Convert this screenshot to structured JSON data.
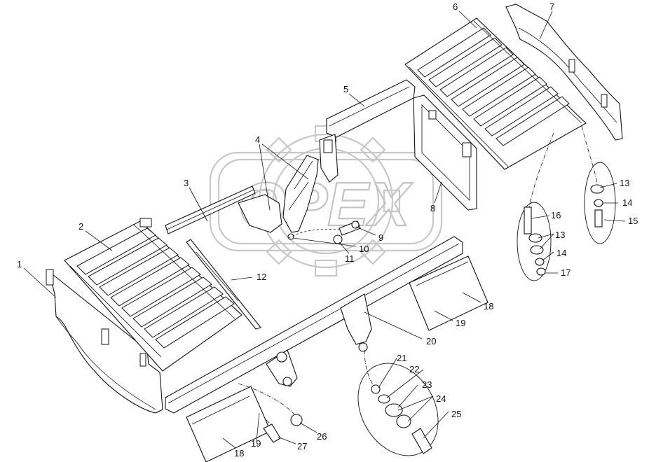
{
  "watermark": {
    "text": "OPEX"
  },
  "callouts": [
    {
      "id": "c1",
      "label": "1"
    },
    {
      "id": "c2",
      "label": "2"
    },
    {
      "id": "c3",
      "label": "3"
    },
    {
      "id": "c4",
      "label": "4"
    },
    {
      "id": "c5",
      "label": "5"
    },
    {
      "id": "c6",
      "label": "6"
    },
    {
      "id": "c7",
      "label": "7"
    },
    {
      "id": "c8",
      "label": "8"
    },
    {
      "id": "c9",
      "label": "9"
    },
    {
      "id": "c10",
      "label": "10"
    },
    {
      "id": "c11",
      "label": "11"
    },
    {
      "id": "c12",
      "label": "12"
    },
    {
      "id": "c13a",
      "label": "13"
    },
    {
      "id": "c13b",
      "label": "13"
    },
    {
      "id": "c14a",
      "label": "14"
    },
    {
      "id": "c14b",
      "label": "14"
    },
    {
      "id": "c15",
      "label": "15"
    },
    {
      "id": "c16",
      "label": "16"
    },
    {
      "id": "c17",
      "label": "17"
    },
    {
      "id": "c18a",
      "label": "18"
    },
    {
      "id": "c18b",
      "label": "18"
    },
    {
      "id": "c19a",
      "label": "19"
    },
    {
      "id": "c19b",
      "label": "19"
    },
    {
      "id": "c20",
      "label": "20"
    },
    {
      "id": "c21",
      "label": "21"
    },
    {
      "id": "c22",
      "label": "22"
    },
    {
      "id": "c23",
      "label": "23"
    },
    {
      "id": "c24",
      "label": "24"
    },
    {
      "id": "c25",
      "label": "25"
    },
    {
      "id": "c26",
      "label": "26"
    },
    {
      "id": "c27",
      "label": "27"
    }
  ]
}
